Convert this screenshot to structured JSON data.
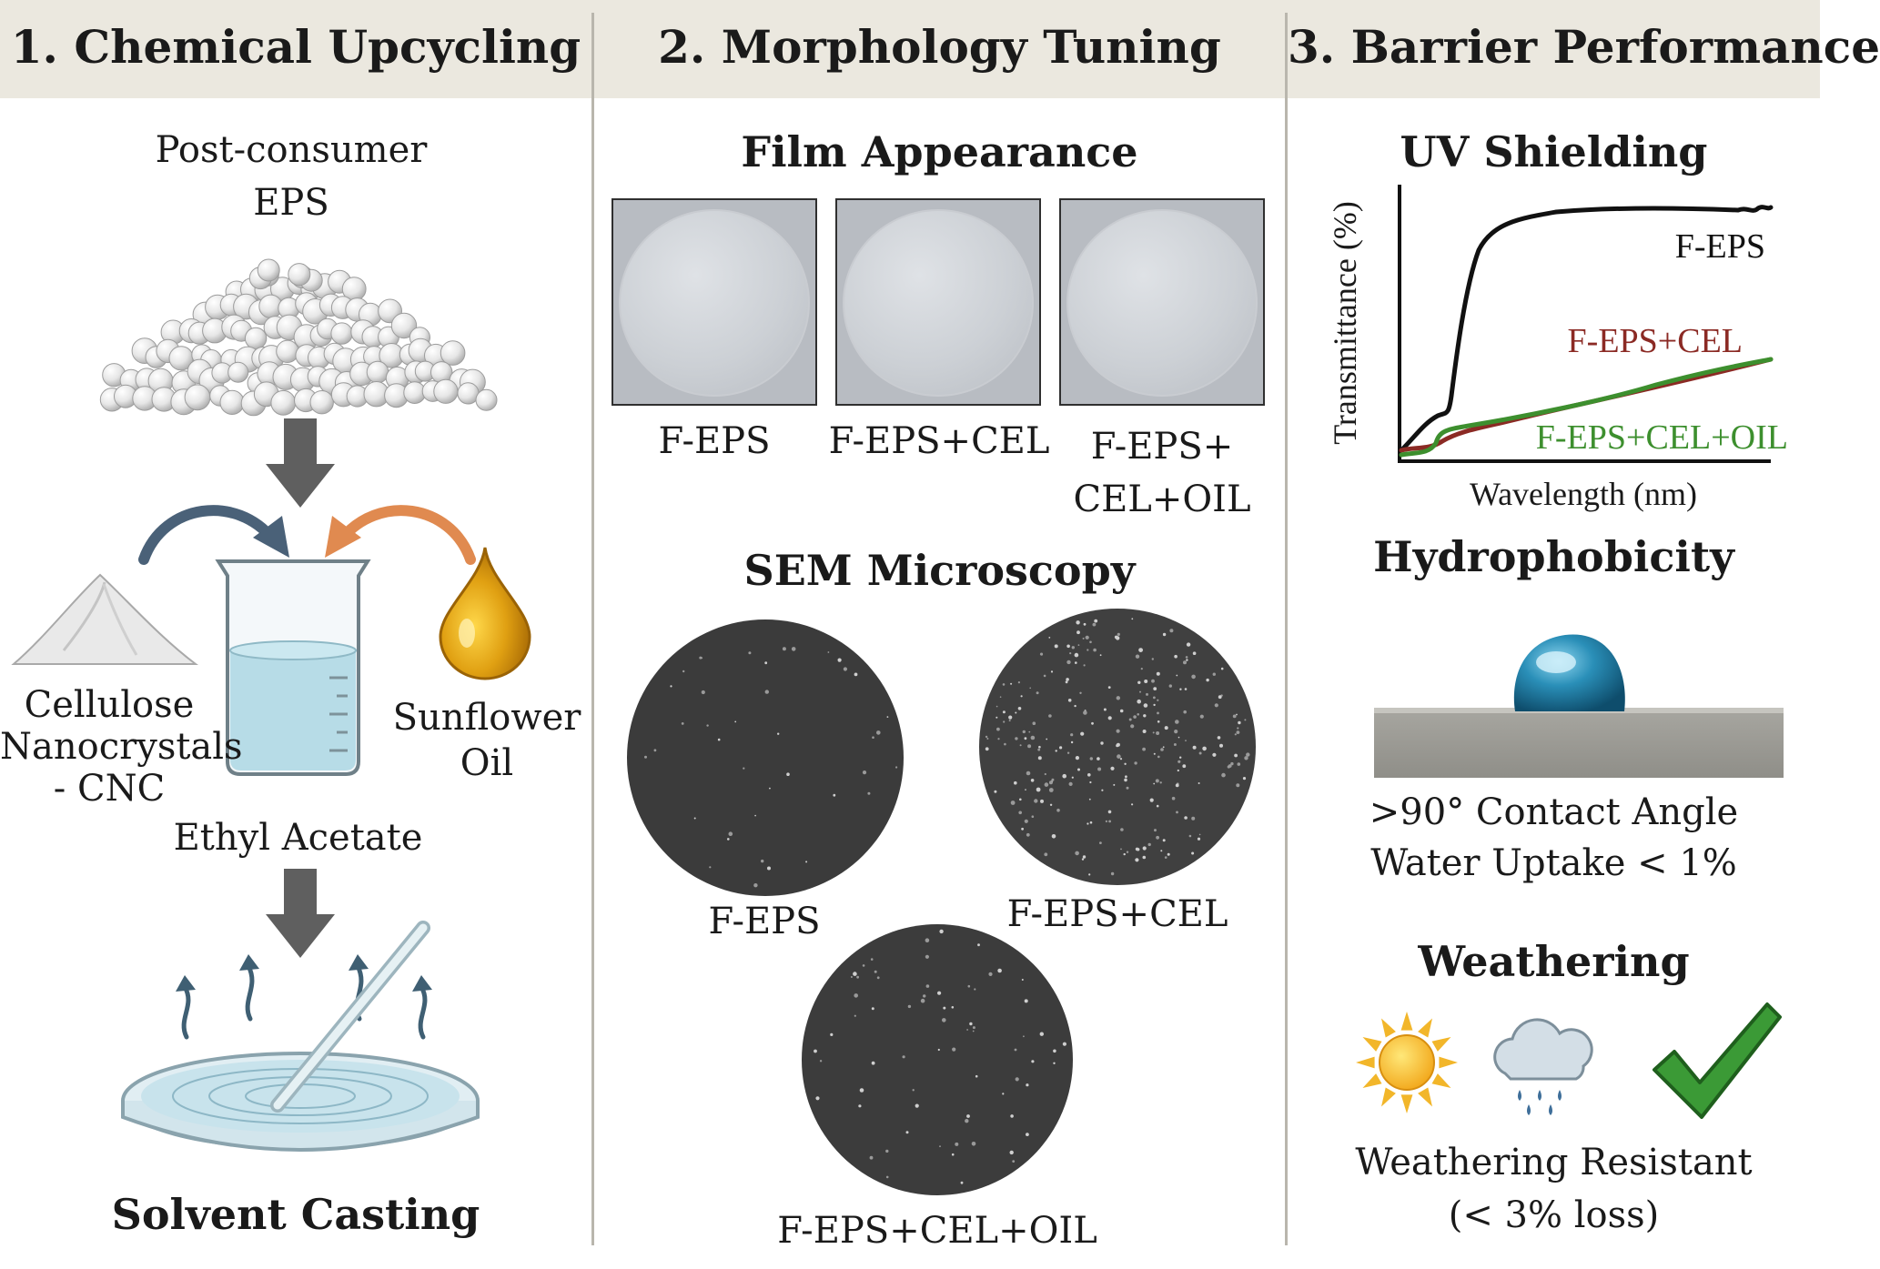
{
  "panels": {
    "p1": {
      "title": "1. Chemical Upcycling",
      "source_label": "Post-consumer\nEPS",
      "cnc_label": "Cellulose\nNanocrystals\n- CNC",
      "oil_label": "Sunflower\nOil",
      "solvent_label": "Ethyl Acetate",
      "process_label": "Solvent Casting"
    },
    "p2": {
      "title": "2. Morphology Tuning",
      "film_heading": "Film Appearance",
      "films": [
        "F-EPS",
        "F-EPS+CEL",
        "F-EPS+\nCEL+OIL"
      ],
      "sem_heading": "SEM Microscopy",
      "sem": [
        "F-EPS",
        "F-EPS+CEL",
        "F-EPS+CEL+OIL"
      ]
    },
    "p3": {
      "title": "3. Barrier Performance",
      "uv_heading": "UV Shielding",
      "hydro_heading": "Hydrophobicity",
      "hydro_text_1": ">90° Contact Angle",
      "hydro_text_2": "Water Uptake < 1%",
      "weather_heading": "Weathering",
      "weather_text_1": "Weathering Resistant",
      "weather_text_2": "(< 3% loss)"
    }
  },
  "icons": [
    "eps-beads-pile",
    "down-arrow-icon",
    "curved-arrow-icon",
    "cnc-powder-icon",
    "beaker-icon",
    "oil-drop-icon",
    "petri-dish-icon",
    "water-droplet-icon",
    "sun-icon",
    "rain-cloud-icon",
    "checkmark-icon"
  ],
  "colors": {
    "header_band": "#ebe8df",
    "divider": "#b9b6ad",
    "f_eps_curve": "#111111",
    "f_eps_cel_curve": "#8b2a24",
    "f_eps_cel_oil_curve": "#3d8f2e",
    "arrow_left": "#4a6178",
    "arrow_right": "#e08a50",
    "check": "#2e8b2e"
  },
  "chart_data": {
    "type": "line",
    "title": "UV Shielding",
    "xlabel": "Wavelength (nm)",
    "ylabel": "Transmittance (%)",
    "axis_ticks": "none",
    "note": "qualitative curves, no numeric tick labels shown",
    "series": [
      {
        "name": "F-EPS",
        "color": "#111111"
      },
      {
        "name": "F-EPS+CEL",
        "color": "#8b2a24"
      },
      {
        "name": "F-EPS+CEL+OIL",
        "color": "#3d8f2e"
      }
    ]
  }
}
